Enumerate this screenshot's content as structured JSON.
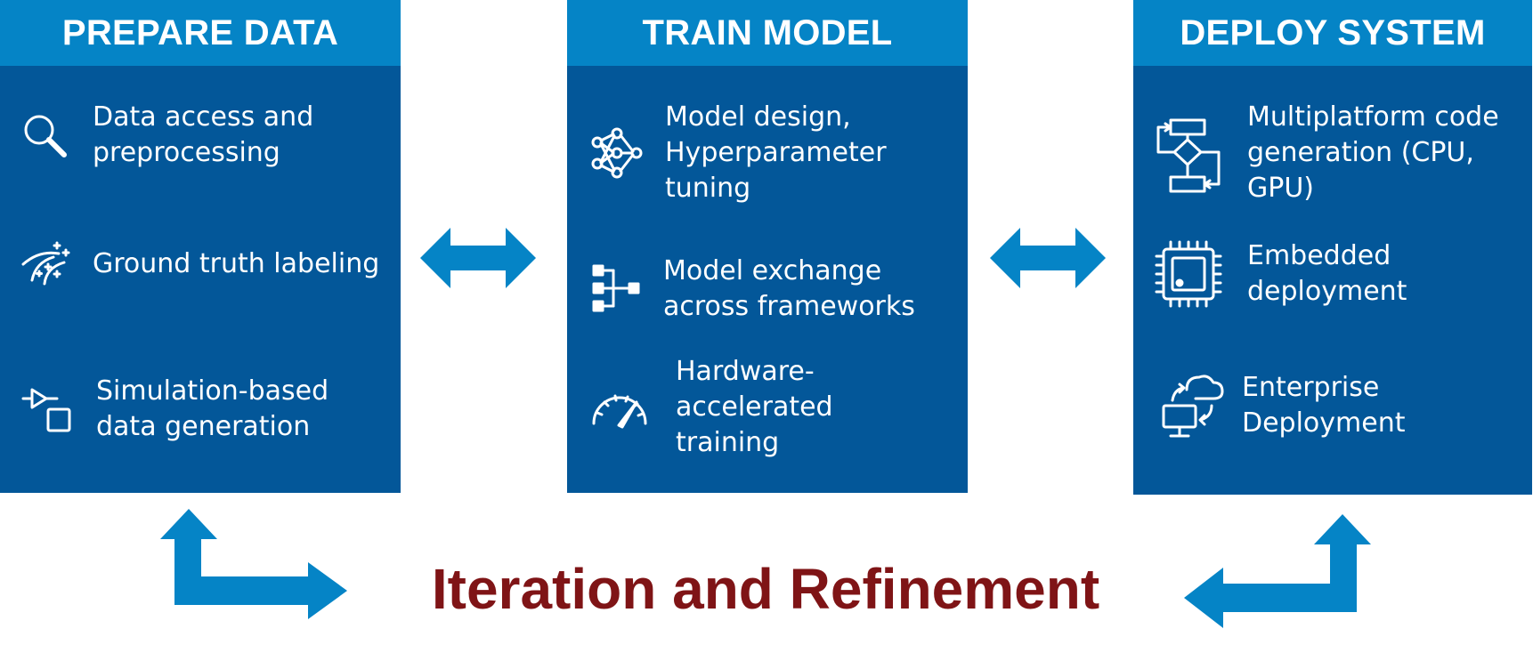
{
  "stages": [
    {
      "title": "PREPARE DATA",
      "items": [
        {
          "icon": "magnifier-icon",
          "text": "Data access and\npreprocessing"
        },
        {
          "icon": "labeling-icon",
          "text": "Ground truth labeling"
        },
        {
          "icon": "simulation-icon",
          "text": "Simulation-based\ndata generation"
        }
      ]
    },
    {
      "title": "TRAIN MODEL",
      "items": [
        {
          "icon": "neural-network-icon",
          "text": "Model design,\nHyperparameter\ntuning"
        },
        {
          "icon": "model-exchange-icon",
          "text": "Model exchange\nacross frameworks"
        },
        {
          "icon": "speedometer-icon",
          "text": "Hardware-\naccelerated\ntraining"
        }
      ]
    },
    {
      "title": "DEPLOY SYSTEM",
      "items": [
        {
          "icon": "flowchart-icon",
          "text": "Multiplatform code\ngeneration (CPU,\nGPU)"
        },
        {
          "icon": "chip-icon",
          "text": "Embedded\ndeployment"
        },
        {
          "icon": "cloud-computer-icon",
          "text": "Enterprise\nDeployment"
        }
      ]
    }
  ],
  "footer": {
    "title": "Iteration and Refinement"
  },
  "colors": {
    "panel": "#035799",
    "header": "#0584c6",
    "arrow": "#0584c6",
    "footer_text": "#7f1416"
  }
}
